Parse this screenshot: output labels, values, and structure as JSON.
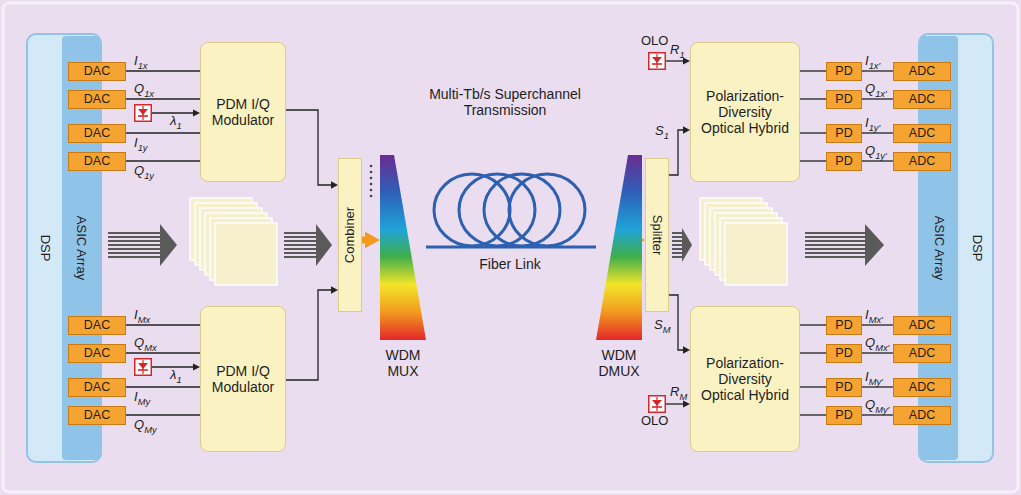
{
  "diagram": {
    "nodes": [
      {
        "text": [
          "DSP"
        ]
      },
      {
        "text": [
          "ASIC Array"
        ],
        "in": 0
      },
      {
        "text": [
          "DAC"
        ],
        "in": 1
      },
      {
        "text": [
          "DAC"
        ],
        "in": 1
      },
      {
        "text": [
          "DAC"
        ],
        "in": 1
      },
      {
        "text": [
          "DAC"
        ],
        "in": 1
      },
      {
        "text": [
          "DAC"
        ],
        "in": 1
      },
      {
        "text": [
          "DAC"
        ],
        "in": 1
      },
      {
        "text": [
          "DAC"
        ],
        "in": 1
      },
      {
        "text": [
          "DAC"
        ],
        "in": 1
      },
      {
        "text": [
          "PDM I/Q Modulator"
        ]
      },
      {
        "text": [
          "PDM I/Q Modulator"
        ]
      },
      {
        "text": [
          "Combiner"
        ]
      },
      {
        "text": [
          "WDM MUX"
        ]
      },
      {
        "text": [
          "WDM DMUX"
        ]
      },
      {
        "text": [
          "Splitter"
        ]
      },
      {
        "text": [
          "Polarization-Diversity Optical Hybrid"
        ]
      },
      {
        "text": [
          "Polarization-Diversity Optical Hybrid"
        ]
      },
      {
        "text": [
          "PD"
        ]
      },
      {
        "text": [
          "PD"
        ]
      },
      {
        "text": [
          "PD"
        ]
      },
      {
        "text": [
          "PD"
        ]
      },
      {
        "text": [
          "PD"
        ]
      },
      {
        "text": [
          "PD"
        ]
      },
      {
        "text": [
          "PD"
        ]
      },
      {
        "text": [
          "PD"
        ]
      },
      {
        "text": [
          "DSP"
        ]
      },
      {
        "text": [
          "ASIC Array"
        ],
        "in": 26
      },
      {
        "text": [
          "ADC"
        ],
        "in": 27
      },
      {
        "text": [
          "ADC"
        ],
        "in": 27
      },
      {
        "text": [
          "ADC"
        ],
        "in": 27
      },
      {
        "text": [
          "ADC"
        ],
        "in": 27
      },
      {
        "text": [
          "ADC"
        ],
        "in": 27
      },
      {
        "text": [
          "ADC"
        ],
        "in": 27
      },
      {
        "text": [
          "ADC"
        ],
        "in": 27
      },
      {
        "text": [
          "ADC"
        ],
        "in": 27
      }
    ],
    "edges": [
      {
        "from": 2,
        "to": 10,
        "arrow": "none",
        "label": "I1x"
      },
      {
        "from": 3,
        "to": 10,
        "arrow": "none",
        "label": "Q1x"
      },
      {
        "from": 4,
        "to": 10,
        "arrow": "none",
        "label": "I1y"
      },
      {
        "from": 5,
        "to": 10,
        "arrow": "none",
        "label": "Q1y"
      },
      {
        "from": 6,
        "to": 11,
        "arrow": "none",
        "label": "IMx"
      },
      {
        "from": 7,
        "to": 11,
        "arrow": "none",
        "label": "QMx"
      },
      {
        "from": 8,
        "to": 11,
        "arrow": "none",
        "label": "IMy"
      },
      {
        "from": 9,
        "to": 11,
        "arrow": "none",
        "label": "QMy"
      },
      {
        "from": 10,
        "to": 12,
        "arrow": "to"
      },
      {
        "from": 11,
        "to": 12,
        "arrow": "to"
      },
      {
        "from": 12,
        "to": 13,
        "arrow": "to"
      },
      {
        "from": 13,
        "to": 14,
        "arrow": "none"
      },
      {
        "from": 14,
        "to": 15,
        "arrow": "to"
      },
      {
        "from": 15,
        "to": 16,
        "arrow": "to",
        "label": "S1"
      },
      {
        "from": 15,
        "to": 17,
        "arrow": "to",
        "label": "SM"
      },
      {
        "from": 16,
        "to": 18,
        "arrow": "none"
      },
      {
        "from": 16,
        "to": 19,
        "arrow": "none"
      },
      {
        "from": 16,
        "to": 20,
        "arrow": "none"
      },
      {
        "from": 16,
        "to": 21,
        "arrow": "none"
      },
      {
        "from": 17,
        "to": 22,
        "arrow": "none"
      },
      {
        "from": 17,
        "to": 23,
        "arrow": "none"
      },
      {
        "from": 17,
        "to": 24,
        "arrow": "none"
      },
      {
        "from": 17,
        "to": 25,
        "arrow": "none"
      },
      {
        "from": 18,
        "to": 28,
        "arrow": "none",
        "label": "I1x′"
      },
      {
        "from": 19,
        "to": 29,
        "arrow": "none",
        "label": "Q1x′"
      },
      {
        "from": 20,
        "to": 30,
        "arrow": "none",
        "label": "I1y′"
      },
      {
        "from": 21,
        "to": 31,
        "arrow": "none",
        "label": "Q1y′"
      },
      {
        "from": 22,
        "to": 32,
        "arrow": "none",
        "label": "IMx′"
      },
      {
        "from": 23,
        "to": 33,
        "arrow": "none",
        "label": "QMx′"
      },
      {
        "from": 24,
        "to": 34,
        "arrow": "none",
        "label": "IMy′"
      },
      {
        "from": 25,
        "to": 35,
        "arrow": "none",
        "label": "QMy′"
      }
    ],
    "labels": [
      "Multi-Tb/s Superchannel Transmission",
      "Fiber Link",
      "λ1",
      "λ1",
      "OLO",
      "R1",
      "OLO",
      "RM"
    ]
  }
}
